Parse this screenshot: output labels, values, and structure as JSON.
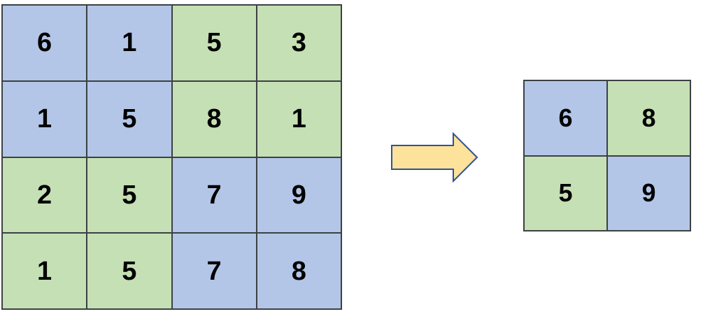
{
  "figure": {
    "type": "grid-transformation",
    "description": "4x4 colored number grid transformed into a 2x2 colored number grid"
  },
  "colors": {
    "blue": "#b3c6e7",
    "green": "#c5e0b4",
    "gridline": "#3c4043",
    "arrow_fill": "#fce29a",
    "arrow_stroke": "#2e5395",
    "background": "#ffffff",
    "text": "#000000"
  },
  "input_grid": {
    "rows": 4,
    "cols": 4,
    "cells": [
      {
        "value": "6",
        "color": "blue"
      },
      {
        "value": "1",
        "color": "blue"
      },
      {
        "value": "5",
        "color": "green"
      },
      {
        "value": "3",
        "color": "green"
      },
      {
        "value": "1",
        "color": "blue"
      },
      {
        "value": "5",
        "color": "blue"
      },
      {
        "value": "8",
        "color": "green"
      },
      {
        "value": "1",
        "color": "green"
      },
      {
        "value": "2",
        "color": "green"
      },
      {
        "value": "5",
        "color": "green"
      },
      {
        "value": "7",
        "color": "blue"
      },
      {
        "value": "9",
        "color": "blue"
      },
      {
        "value": "1",
        "color": "green"
      },
      {
        "value": "5",
        "color": "green"
      },
      {
        "value": "7",
        "color": "blue"
      },
      {
        "value": "8",
        "color": "blue"
      }
    ]
  },
  "arrow": {
    "icon": "right-arrow-icon",
    "direction": "right",
    "label": ""
  },
  "output_grid": {
    "rows": 2,
    "cols": 2,
    "cells": [
      {
        "value": "6",
        "color": "blue"
      },
      {
        "value": "8",
        "color": "green"
      },
      {
        "value": "5",
        "color": "green"
      },
      {
        "value": "9",
        "color": "blue"
      }
    ]
  }
}
